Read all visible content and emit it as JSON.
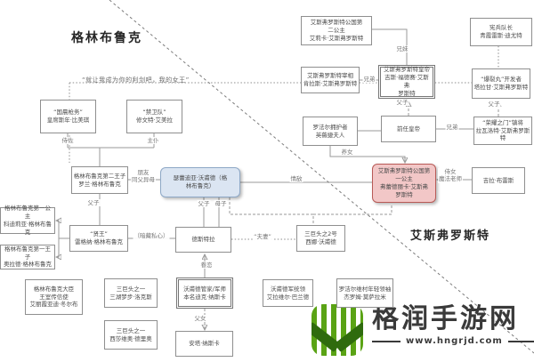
{
  "regions": {
    "left": "格林布鲁克",
    "right": "艾斯弗罗斯特"
  },
  "quote": "“就让我成为你的利剑吧，我的女王”",
  "nodes": [
    {
      "id": "royal-lancer",
      "style": "plain",
      "text": "“国晨枪务”\n皇席斯年·比美琪"
    },
    {
      "id": "royal-guard",
      "style": "plain",
      "text": "“禁卫队”\n修文特·艾美拉"
    },
    {
      "id": "greenbrook-second-prince",
      "style": "plain",
      "text": "格林布鲁克第二王子\n罗兰·格林布鲁克"
    },
    {
      "id": "serelia-wofude",
      "style": "blue",
      "text": "瑟蕾迪亚·沃甫德（格\n林布鲁克）"
    },
    {
      "id": "greenbrook-first-princess",
      "style": "plain",
      "text": "格林布鲁克第一公主\n科迪莉亚·格林布鲁克"
    },
    {
      "id": "greenbrook-first-prince",
      "style": "plain",
      "text": "格林布鲁克第一王子\n奥拉德·格林布鲁克"
    },
    {
      "id": "greenbrook-minister",
      "style": "plain",
      "text": "格林布鲁克大臣\n王室传信使\n艾丽霞亚迪·冬尔布"
    },
    {
      "id": "wise-king",
      "style": "plain",
      "text": "“贤王”\n雷格纳·格林布鲁克"
    },
    {
      "id": "destra",
      "style": "plain",
      "text": "德斯特拉"
    },
    {
      "id": "sina-wofude",
      "style": "plain",
      "text": "三巨头之2号\n西娜·沃甫德"
    },
    {
      "id": "triumvirate-one",
      "style": "plain",
      "text": "三巨头之一\n三湖梦步·洛克斯"
    },
    {
      "id": "wofude-butler",
      "style": "double",
      "text": "沃甫德管家/军师\n本名迪克·纳斯卡"
    },
    {
      "id": "triumvirate-two",
      "style": "plain",
      "text": "三巨头之一\n西莎维奥·德里奥"
    },
    {
      "id": "anta-naska",
      "style": "plain",
      "text": "安塔·纳斯卡"
    },
    {
      "id": "wofude-army-leader",
      "style": "plain",
      "text": "沃甫德军统领\n艾拉维尔·巴兰德"
    },
    {
      "id": "village-young-leader",
      "style": "plain",
      "text": "罗洁尔维村年轻领袖\n杰罗姆·莫萨拉米"
    },
    {
      "id": "esfrost-second-princess",
      "style": "plain",
      "text": "艾斯弗罗斯特公国第\n二公主\n艾莉卡·艾斯弗罗斯特"
    },
    {
      "id": "military-police-captain",
      "style": "plain",
      "text": "宪兵队长\n青霞雷斯·迪尤特"
    },
    {
      "id": "esfrost-emperor",
      "style": "double",
      "text": "艾斯弗罗斯特皇帝\n吉斯·福德赛·艾斯弗\n罗斯特"
    },
    {
      "id": "esfrost-chancellor",
      "style": "plain",
      "text": "艾斯弗罗斯特宰相\n肯拉斯·艾斯弗罗斯特"
    },
    {
      "id": "pill-developer",
      "style": "plain",
      "text": "“爆裂丸”开发者\n塔拉甘·艾斯弗罗斯特"
    },
    {
      "id": "glory-gate-general",
      "style": "plain",
      "text": "“荣耀之门”镇将\n拉瓦洛特·艾斯弗罗斯特"
    },
    {
      "id": "former-emperor",
      "style": "plain",
      "text": "前任皇帝"
    },
    {
      "id": "lofar-supporter",
      "style": "plain",
      "text": "罗法尔拥护者\n英薇捷夫人"
    },
    {
      "id": "gila-breths",
      "style": "plain",
      "text": "吉拉·布雷斯"
    },
    {
      "id": "esfrost-first-princess",
      "style": "pink",
      "text": "艾斯弗罗斯特公国第\n一公主\n弗蕾德丽卡·艾斯弗\n罗斯特"
    }
  ],
  "edge_labels": [
    {
      "id": "retainer",
      "text": "侍佐"
    },
    {
      "id": "master-servant",
      "text": "主仆"
    },
    {
      "id": "friend-half-blood",
      "text": "朋友\n同父异母"
    },
    {
      "id": "father-son-prince",
      "text": "父子"
    },
    {
      "id": "hidden-motive",
      "text": "（暗藏私心）"
    },
    {
      "id": "father-son-left",
      "text": "父子"
    },
    {
      "id": "mother-son-left",
      "text": "母子"
    },
    {
      "id": "love-rival",
      "text": "情敌"
    },
    {
      "id": "couple",
      "text": "“夫妻”"
    },
    {
      "id": "secret-love",
      "text": "眷恋"
    },
    {
      "id": "father-daughter",
      "text": "父女"
    },
    {
      "id": "brother-sister",
      "text": "兄妹"
    },
    {
      "id": "brothers-top",
      "text": "兄弟"
    },
    {
      "id": "father-son-emperor",
      "text": "父子"
    },
    {
      "id": "father-son-right",
      "text": "父子"
    },
    {
      "id": "brothers-mid",
      "text": "兄弟"
    },
    {
      "id": "adopted-daughter",
      "text": "养女"
    },
    {
      "id": "maid-magic-teacher",
      "text": "侍女\n魔法老师"
    }
  ],
  "watermark": {
    "site_name": "格润手游网",
    "url": "www.hngrjd.com"
  },
  "colors": {
    "blue_box_fill": "#dbe5f2",
    "blue_box_border": "#8ea8c6",
    "pink_box_fill": "#f2c7c7",
    "pink_box_border": "#b85a56",
    "line_gray": "#9a9a9a",
    "logo_green": "#5aa315",
    "logo_dark_green": "#2f6b0e"
  }
}
